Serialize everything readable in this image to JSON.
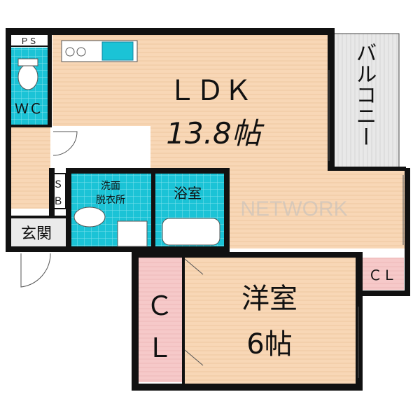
{
  "floorplan": {
    "ps_label": "ＰＳ",
    "wc_label": "ＷＣ",
    "sb_label_s": "Ｓ",
    "sb_label_b": "Ｂ",
    "entrance_label": "玄関",
    "washroom_label_1": "洗面",
    "washroom_label_2": "脱衣所",
    "bath_label": "浴室",
    "ldk_label": "ＬＤＫ",
    "ldk_size": "13.8帖",
    "balcony_label": "バルコニー",
    "bedroom_label": "洋室",
    "bedroom_size": "6帖",
    "closet_large_label_1": "Ｃ",
    "closet_large_label_2": "Ｌ",
    "closet_small_label": "ＣＬ",
    "watermark": "NETWORK",
    "colors": {
      "living_floor": "#F8D7B6",
      "wet_area": "#1BC3D6",
      "closet": "#F6C9C9",
      "balcony": "#E6E6E6",
      "entrance": "#EAEAEA",
      "wall": "#111111"
    }
  }
}
